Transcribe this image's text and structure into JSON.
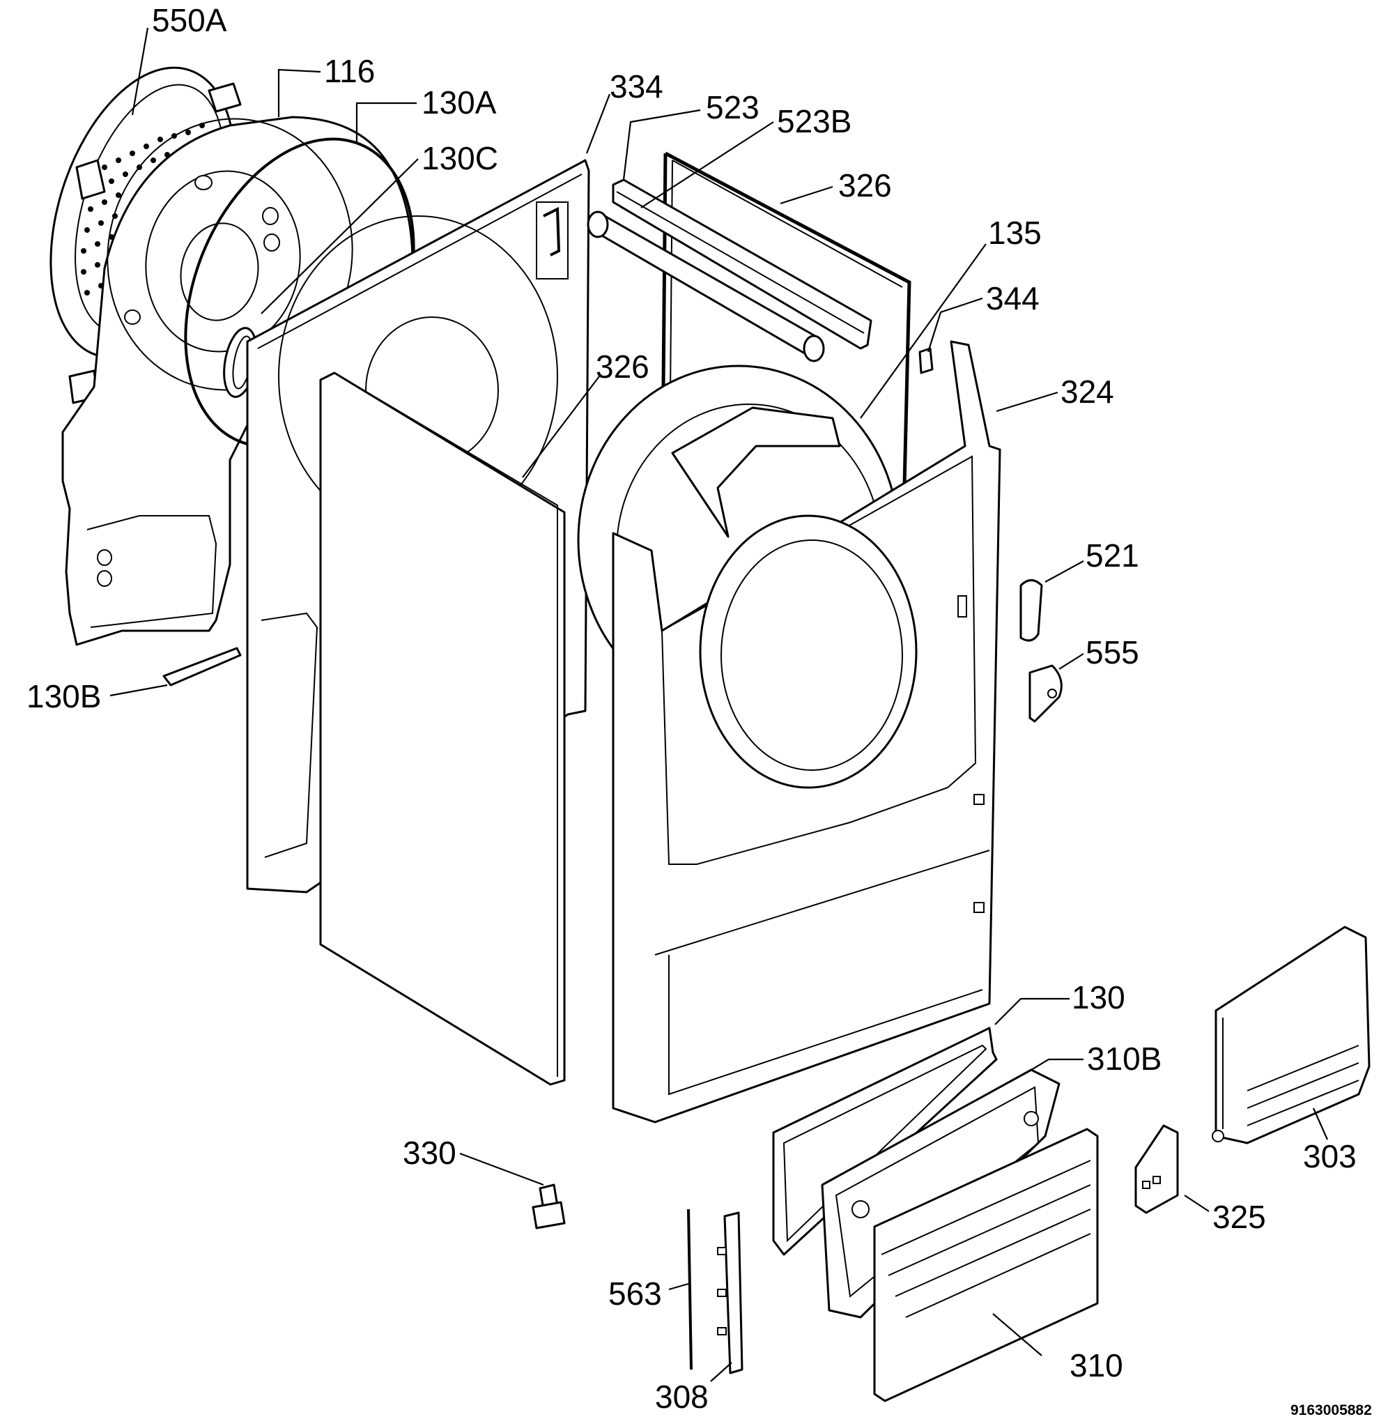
{
  "diagram": {
    "drawing_number": "9163005882",
    "callouts": [
      {
        "id": "c-550A",
        "label": "550A"
      },
      {
        "id": "c-116",
        "label": "116"
      },
      {
        "id": "c-130A",
        "label": "130A"
      },
      {
        "id": "c-130C",
        "label": "130C"
      },
      {
        "id": "c-334",
        "label": "334"
      },
      {
        "id": "c-523",
        "label": "523"
      },
      {
        "id": "c-523B",
        "label": "523B"
      },
      {
        "id": "c-326-top",
        "label": "326"
      },
      {
        "id": "c-135",
        "label": "135"
      },
      {
        "id": "c-344",
        "label": "344"
      },
      {
        "id": "c-326-mid",
        "label": "326"
      },
      {
        "id": "c-324",
        "label": "324"
      },
      {
        "id": "c-521",
        "label": "521"
      },
      {
        "id": "c-555",
        "label": "555"
      },
      {
        "id": "c-130B",
        "label": "130B"
      },
      {
        "id": "c-130",
        "label": "130"
      },
      {
        "id": "c-310B",
        "label": "310B"
      },
      {
        "id": "c-330",
        "label": "330"
      },
      {
        "id": "c-303",
        "label": "303"
      },
      {
        "id": "c-325",
        "label": "325"
      },
      {
        "id": "c-563",
        "label": "563"
      },
      {
        "id": "c-310",
        "label": "310"
      },
      {
        "id": "c-308",
        "label": "308"
      }
    ]
  }
}
